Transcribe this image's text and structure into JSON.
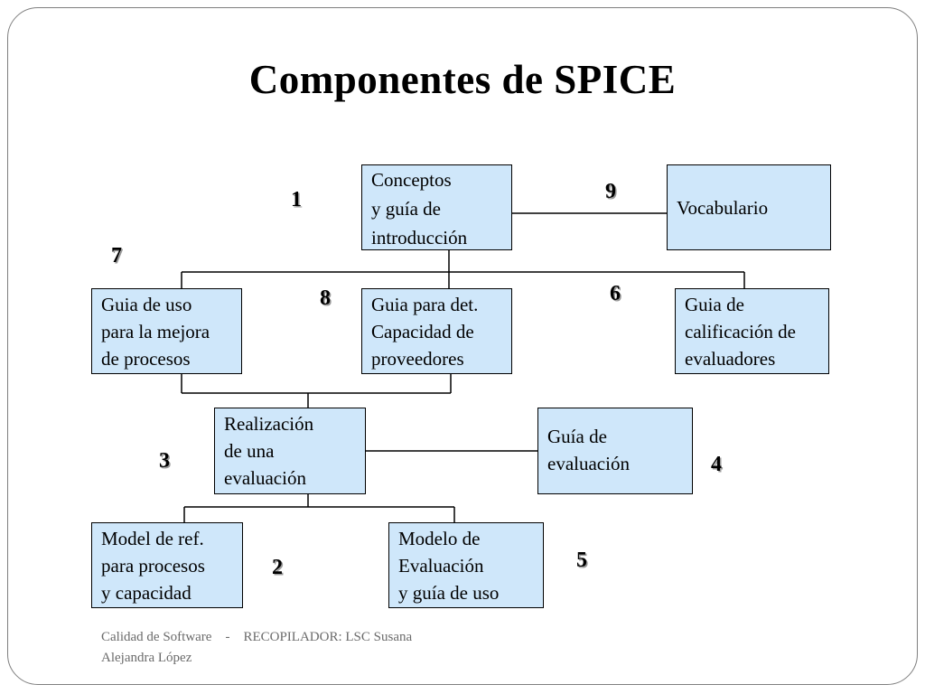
{
  "title": "Componentes de SPICE",
  "boxes": {
    "conceptos": [
      "Conceptos",
      "y guía de",
      "introducción"
    ],
    "vocabulario": [
      "Vocabulario"
    ],
    "guia_mejora": [
      "Guia de uso",
      "para la mejora",
      "de procesos"
    ],
    "guia_proveedores": [
      "Guia para det.",
      "Capacidad de",
      "proveedores"
    ],
    "guia_calificacion": [
      "Guia de",
      "calificación de",
      "evaluadores"
    ],
    "realizacion": [
      "Realización",
      "de una",
      "evaluación"
    ],
    "guia_evaluacion": [
      "Guía de",
      "evaluación"
    ],
    "model_ref": [
      "Model de ref.",
      "para procesos",
      "y capacidad"
    ],
    "modelo_evaluacion": [
      "Modelo de",
      "Evaluación",
      "y guía de uso"
    ]
  },
  "numbers": {
    "n1": "1",
    "n2": "2",
    "n3": "3",
    "n4": "4",
    "n5": "5",
    "n6": "6",
    "n7": "7",
    "n8": "8",
    "n9": "9"
  },
  "footer": {
    "line1": "Calidad de Software    -    RECOPILADOR: LSC Susana",
    "line2": "Alejandra López"
  },
  "colors": {
    "box_fill": "#cfe7fa",
    "frame": "#7f7f7f",
    "footer_text": "#6b6b6b"
  }
}
